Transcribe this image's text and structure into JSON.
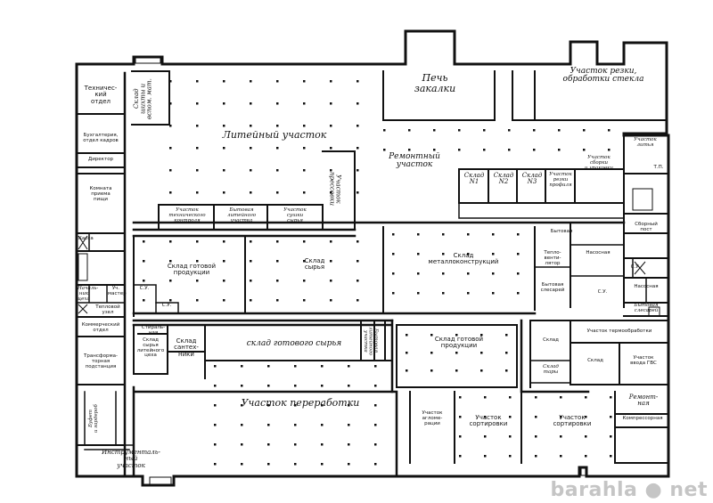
{
  "labels": {
    "pech": "Печь\nзакалки",
    "rezka": "Участок резки,\nобработки стекла",
    "liteyniy": "Литейный участок",
    "remontniy": "Ремонтный\nучасток",
    "sklad_shihty": "Склад\nшихты и\nвспом. мат.",
    "uch_pressovki": "Участок\nпрессовки",
    "tekh_kontrol": "Участок\nтехнического\nконтроля",
    "bytovaya_liteyn": "Бытовая\nлитейного\nучастка",
    "sushka": "Участок\nсушки\nсырья",
    "sklad1": "Склад\nN1",
    "sklad2": "Склад\nN2",
    "sklad3": "Склад\nN3",
    "uch_rezki_vert": "Участок\nрезки\nпрофиля",
    "sborka": "Участок\nсборки\nи упаковки",
    "tekh_otdel": "Техничес-\nкий\nотдел",
    "buhgalteria": "Бухгалтерия,\nотдел кадров",
    "direktor": "Директор",
    "komnata": "Комната\nприема\nпищи",
    "kassa": "Касса",
    "nach_tsekha": "Началь-\nник цеха",
    "uch_master": "Уч.\nмастер",
    "teplovoy": "Тепловой\nузел",
    "kommercheskiy": "Коммерческий\nотдел",
    "transform": "Трансформа-\nторная\nподстанция",
    "bufet": "Буфет\nи гардероб",
    "sklad_gotovoy1": "Склад готовой\nпродукции",
    "sklad_syrya": "Склад\nсырья",
    "sklad_metal": "Склад\nметаллоконструкций",
    "bytovaya": "Бытовая",
    "teplo_punkt": "Тепло-\nвенти-\nлятор",
    "nasosnaya": "Насосная",
    "bytovaya_slesarey": "Бытовая\nслесарей",
    "sklad_gotovogo_syrya": "склад готового сырья",
    "sklad_santekh": "Склад\nсантех-\nники",
    "sklad_syrya_liteyn": "Склад\nсырья\nлитейного\nцеха",
    "stiral": "Стираль-\nная",
    "bytovaya_lit2": "Бытовая\nлитейного\nучастка",
    "sklad_gotovoy2": "Склад готовой\nпродукции",
    "uch_termoobr": "Участок термообработки",
    "sklad_small": "Склад",
    "sklad_mid": "Склад",
    "uch_vvoda": "Участок\nввода ГВС",
    "sklad_tary": "Склад\nтары",
    "nasosnaya2": "Насосная",
    "bytovaya_slesarey2": "Бытовая\nслесарей",
    "pererabotka": "Участок переработки",
    "aglomeracii": "Участок\nагломе-\nрации",
    "sortirovki1": "Участок\nсортировки",
    "sortirovki2": "Участок\nсортировки",
    "remontnaya": "Ремонт-\nная",
    "kompressornaya": "Компрессорная",
    "instrumental": "Инструменталь-\nный\nучасток",
    "tp": "Т.П.",
    "sbornyi": "Сборный\nпост",
    "su1": "С.У.",
    "su2": "С.У.",
    "su3": "С.У.",
    "su4": "С.У.",
    "uch_lit": "Участок\nлитья"
  },
  "watermark": "barahla ● net"
}
